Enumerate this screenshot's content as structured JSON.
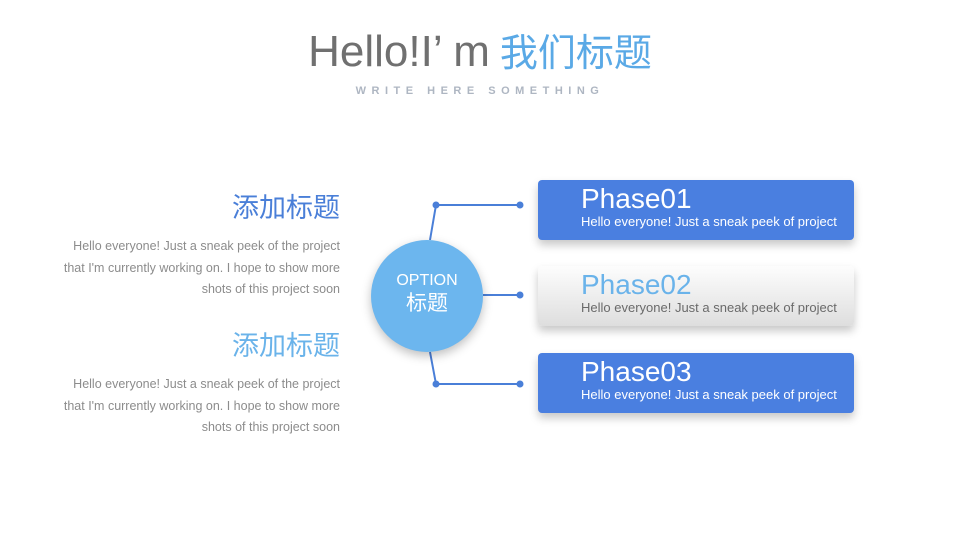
{
  "header": {
    "title_en": "Hello!I’ m",
    "title_zh": "我们标题",
    "subtitle": "WRITE HERE SOMETHING"
  },
  "left_blocks": [
    {
      "heading": "添加标题",
      "body": "Hello everyone! Just a sneak peek of the project that I'm currently working on. I hope to show more shots of this project soon"
    },
    {
      "heading": "添加标题",
      "body": "Hello everyone! Just a sneak peek of the project that I'm currently working on. I hope to show more shots of this project soon"
    }
  ],
  "center": {
    "label_en": "OPTION",
    "label_zh": "标题"
  },
  "phases": [
    {
      "title": "Phase01",
      "desc": "Hello everyone! Just a sneak peek of project"
    },
    {
      "title": "Phase02",
      "desc": "Hello everyone! Just a sneak peek of project"
    },
    {
      "title": "Phase03",
      "desc": "Hello everyone! Just a sneak peek of project"
    }
  ],
  "colors": {
    "primary_blue": "#4a7fe0",
    "light_blue": "#6cb6ee",
    "body_gray": "#8c8c8c",
    "title_gray": "#707070"
  }
}
